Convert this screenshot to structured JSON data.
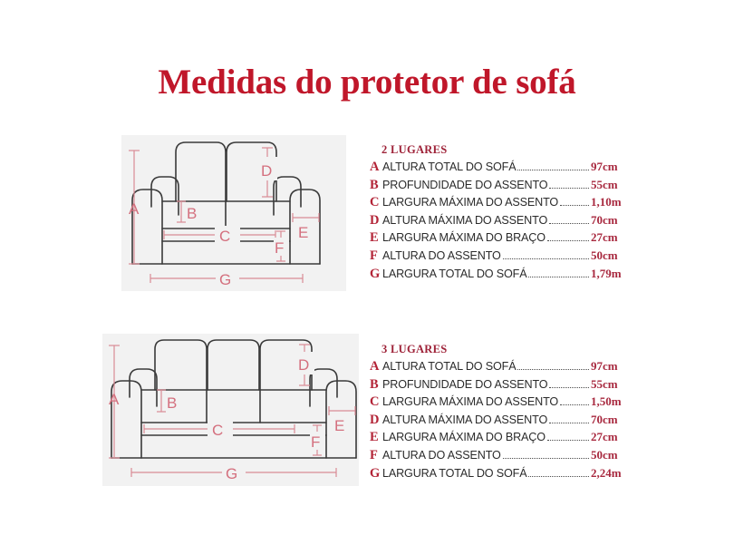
{
  "title": "Medidas do protetor de sofá",
  "colors": {
    "title_red": "#c0172a",
    "letter_red": "#b32437",
    "value_red": "#a8293f",
    "heading_red": "#9e2238",
    "dimension_pink": "#d4707e",
    "sofa_outline": "#3a3a3a",
    "diagram_bg": "#f2f2f2",
    "page_bg": "#ffffff"
  },
  "lists": [
    {
      "heading": "2 LUGARES",
      "rows": [
        {
          "letter": "A",
          "label": "ALTURA TOTAL DO SOFÁ",
          "value": "97cm"
        },
        {
          "letter": "B",
          "label": "PROFUNDIDADE DO ASSENTO",
          "value": "55cm"
        },
        {
          "letter": "C",
          "label": "LARGURA MÁXIMA DO ASSENTO",
          "value": "1,10m"
        },
        {
          "letter": "D",
          "label": "ALTURA MÁXIMA DO ASSENTO",
          "value": "70cm"
        },
        {
          "letter": "E",
          "label": "LARGURA MÁXIMA DO BRAÇO",
          "value": "27cm"
        },
        {
          "letter": "F",
          "label": "ALTURA DO ASSENTO",
          "value": "50cm"
        },
        {
          "letter": "G",
          "label": "LARGURA TOTAL DO SOFÁ",
          "value": "1,79m"
        }
      ]
    },
    {
      "heading": "3 LUGARES",
      "rows": [
        {
          "letter": "A",
          "label": "ALTURA TOTAL DO SOFÁ",
          "value": "97cm"
        },
        {
          "letter": "B",
          "label": "PROFUNDIDADE DO ASSENTO",
          "value": "55cm"
        },
        {
          "letter": "C",
          "label": "LARGURA MÁXIMA DO ASSENTO",
          "value": "1,50m"
        },
        {
          "letter": "D",
          "label": "ALTURA MÁXIMA DO ASSENTO",
          "value": "70cm"
        },
        {
          "letter": "E",
          "label": "LARGURA MÁXIMA DO BRAÇO",
          "value": "27cm"
        },
        {
          "letter": "F",
          "label": "ALTURA DO ASSENTO",
          "value": "50cm"
        },
        {
          "letter": "G",
          "label": "LARGURA TOTAL DO SOFÁ",
          "value": "2,24m"
        }
      ]
    }
  ],
  "diagrams": [
    {
      "name": "2 LUGARES",
      "seats": 2,
      "dimension_labels": [
        "A",
        "B",
        "C",
        "D",
        "E",
        "F",
        "G"
      ]
    },
    {
      "name": "3 LUGARES",
      "seats": 3,
      "dimension_labels": [
        "A",
        "B",
        "C",
        "D",
        "E",
        "F",
        "G"
      ]
    }
  ]
}
